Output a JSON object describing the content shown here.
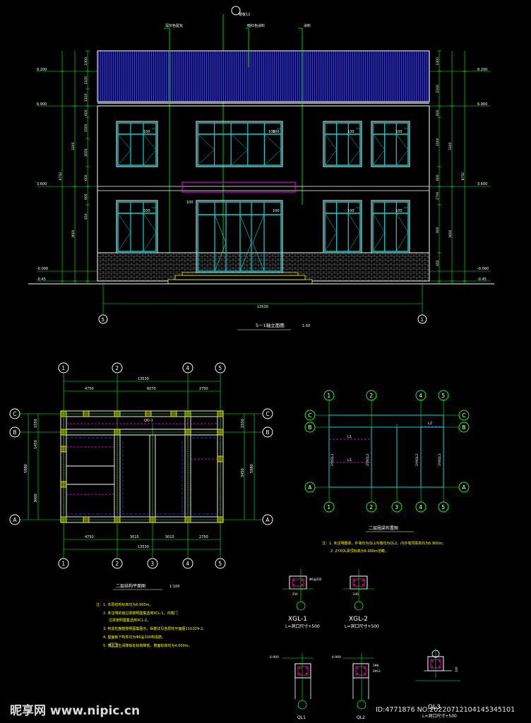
{
  "colors": {
    "background": "#000000",
    "line_white": "#ffffff",
    "line_green": "#00ff00",
    "line_cyan": "#00d8d8",
    "line_blue": "#3a3aff",
    "line_magenta": "#ff00ff",
    "line_yellow": "#ffff00",
    "text_white": "#ffffff"
  },
  "elevation": {
    "grid_top": "楼板12",
    "callouts": [
      "深灰色屋瓦",
      "暗红色涂料",
      "涂料"
    ],
    "levels_left": [
      "8.200",
      "6.900",
      "3.600",
      "-0.000",
      "-0.45"
    ],
    "levels_right": [
      "8.200",
      "6.900",
      "3.600",
      "-0.000",
      "-0.45"
    ],
    "dims_left_outer": [
      "8750"
    ],
    "dims_left_mid": [
      "3300",
      "3600"
    ],
    "dims_left_inner": [
      "1300",
      "1100",
      "1100",
      "600",
      "1500",
      "3000",
      "600",
      "900",
      "450"
    ],
    "dims_right_inner": [
      "1300",
      "1100",
      "600",
      "1500",
      "600",
      "2700",
      "900",
      "450"
    ],
    "dims_right_mid": [
      "3300",
      "3600"
    ],
    "dims_right_outer": [
      "8750"
    ],
    "dim_overall": "13530",
    "window_marks": [
      "100",
      "100",
      "100",
      "100",
      "100",
      "100",
      "100",
      "100",
      "100",
      "100"
    ],
    "axis_left": "5",
    "axis_right": "1",
    "title": "5－1轴立面图",
    "scale": "1:50"
  },
  "plan": {
    "axes_top": [
      "1",
      "2",
      "4",
      "5"
    ],
    "axes_bottom": [
      "1",
      "2",
      "3",
      "4",
      "5"
    ],
    "axes_left": [
      "C",
      "B",
      "A"
    ],
    "axes_right": [
      "C",
      "B",
      "A"
    ],
    "dims_top_total": "13530",
    "dims_top": [
      "4750",
      "6070",
      "2750"
    ],
    "dims_bottom": [
      "4750",
      "3015",
      "3015",
      "2750"
    ],
    "dims_bottom_total": "13530",
    "dims_left": [
      "1550",
      "1450",
      "3000"
    ],
    "dims_left_total": "5980",
    "dims_right": [
      "1550",
      "3450"
    ],
    "dims_right_total": "5980",
    "label_qd": "QD-1",
    "title": "二层结构平面图",
    "scale": "1:100",
    "notes": [
      "注：1. 本层结构标高均为6.900m。",
      "2. 未注明的窗过梁按照图集选用XCL-1，内墙门",
      "过梁按照图集选用XCL-2。",
      "3. 构造柱箍筋按照图集图示，纵筋详见各层柱平面图11G329-2。",
      "4. 屋面板下构件均为Φ6@200构造筋。",
      "5. 表示卫生间降板处标高降低，楼面标高均为4.000m。"
    ]
  },
  "beam_plan": {
    "axes_top": [
      "1",
      "2",
      "4",
      "5"
    ],
    "axes_bottom": [
      "1",
      "2",
      "3",
      "4",
      "5"
    ],
    "axes_left": [
      "C",
      "B",
      "A"
    ],
    "axes_right": [
      "C",
      "B",
      "A"
    ],
    "labels": [
      "L1",
      "L1",
      "L2",
      "2YXQL1",
      "2YXQL2",
      "2YXQL2",
      "2YXQL1"
    ],
    "title": "二层圈梁布置图",
    "notes": [
      "注：1. 未注明圈梁，外墙均为QL1内墙均为QL2，内外墙顶梁高均为6.900m。",
      "2. 2YXQL梁顶标高为6.900m范畴。"
    ]
  },
  "details": {
    "xgl1": {
      "title": "XGL-1",
      "formula": "L=洞口尺寸+500"
    },
    "xgl2": {
      "title": "XGL-2",
      "formula": "L=洞口尺寸+500"
    },
    "ql1": {
      "title": "QL1",
      "level": "6.900"
    },
    "ql2": {
      "title": "QL2",
      "level": "6.900"
    },
    "ql3": {
      "title": "QL3",
      "formula": "L=洞口尺寸+500"
    },
    "rebar_marks": [
      "250",
      "2Φ8",
      "Φ6@200",
      "240",
      "2Φ12",
      "200"
    ]
  },
  "watermark": {
    "brand": "昵享网 www.nipic.cn",
    "id": "ID:4771876 NO:20220712104145345101"
  }
}
